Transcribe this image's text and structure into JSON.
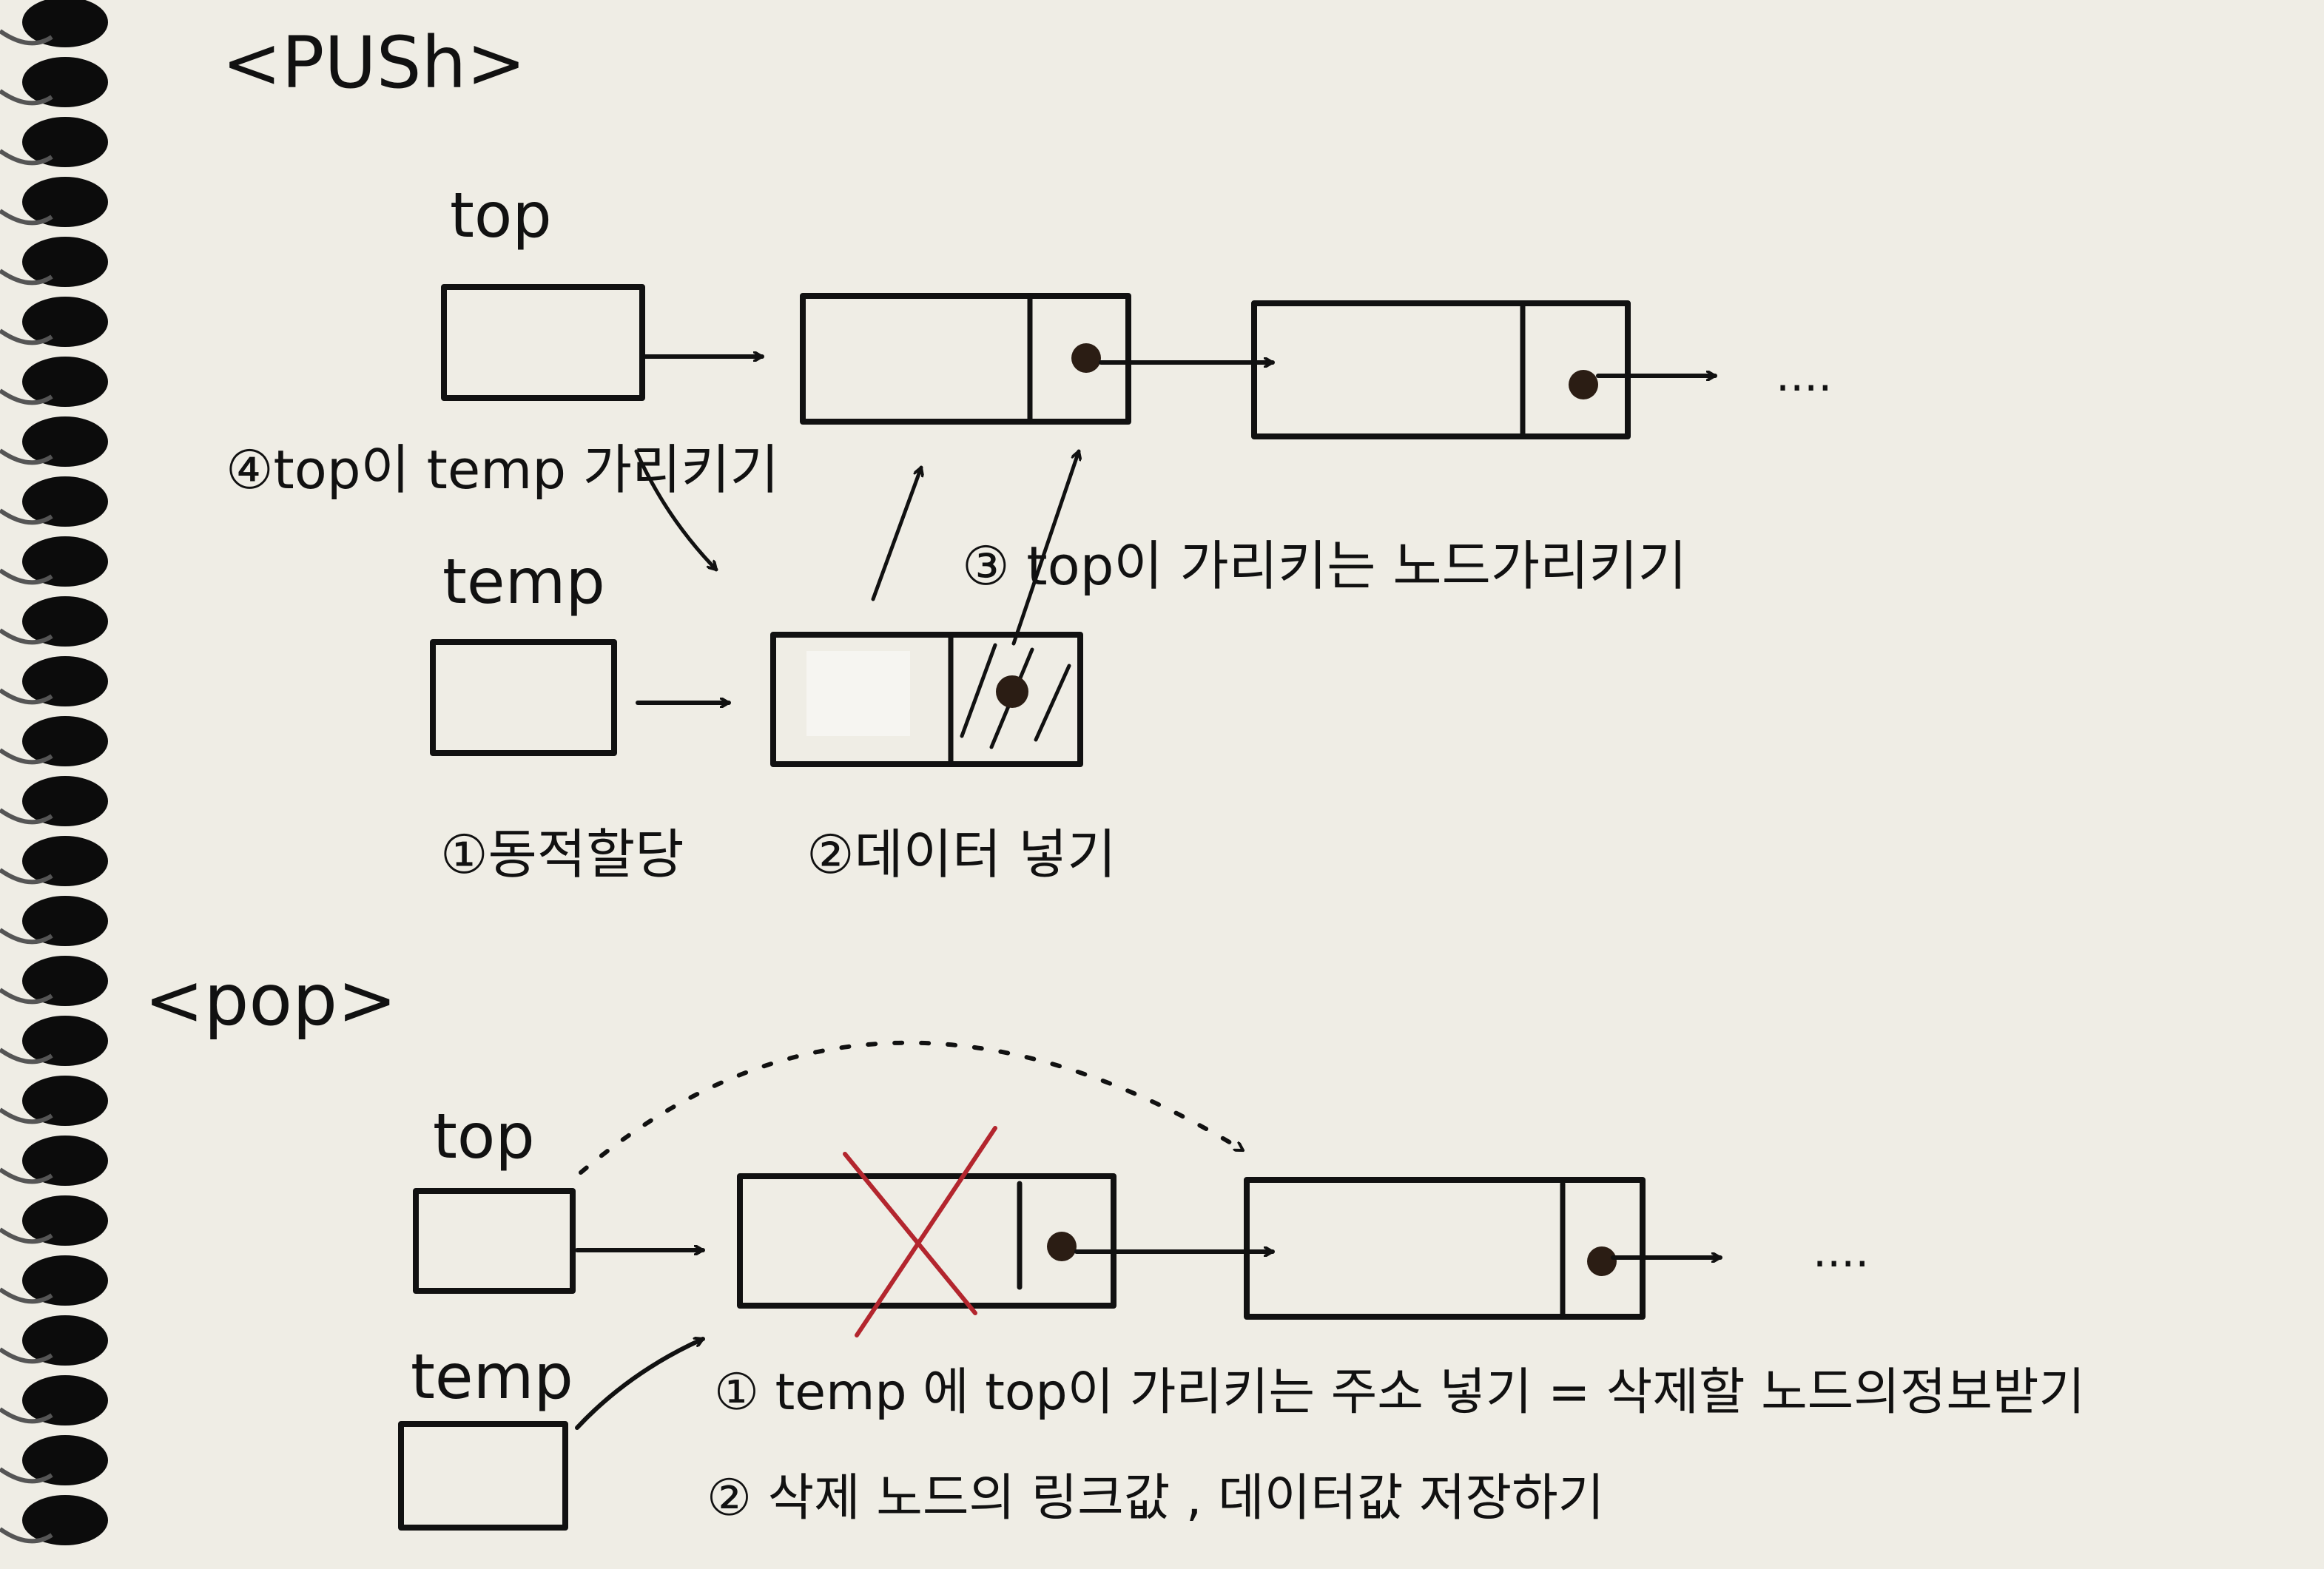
{
  "push": {
    "heading": "<PUSh>",
    "top_label": "top",
    "temp_label": "temp",
    "trailing_dots": "....",
    "step4": "④top이 temp 가리키기",
    "step3": "③ top이 가리키는 노드가리키기",
    "step1": "①동적할당",
    "step2": "②데이터 넣기"
  },
  "pop": {
    "heading": "<pop>",
    "top_label": "top",
    "temp_label": "temp",
    "trailing_dots": "....",
    "step1": "① temp 에 top이 가리키는 주소 넣기 = 삭제할 노드의정보받기",
    "step2": "② 삭제 노드의 링크값 , 데이터값 저장하기"
  },
  "colors": {
    "paper": "#efede5",
    "ink": "#111111",
    "cross": "#b3262e",
    "binding": "#0c0c0c"
  }
}
